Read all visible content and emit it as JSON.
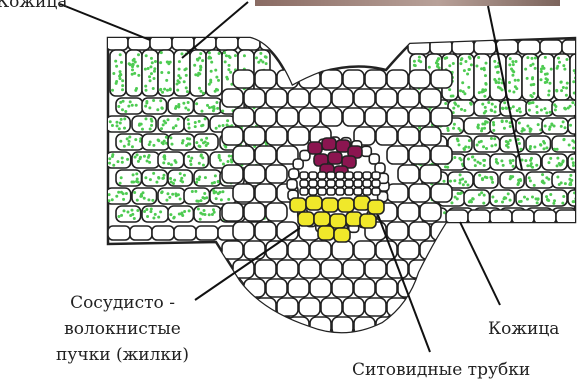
{
  "labels": {
    "top_left": "Кожица",
    "vascular_line1": "Сосудисто -",
    "vascular_line2": "волокнистые",
    "vascular_line3": "пучки (жилки)",
    "bottom_right": "Кожица",
    "sieve_tubes": "Ситовидные трубки"
  },
  "colors": {
    "cell_outline": "#222222",
    "cell_fill": "#ffffff",
    "chloroplast": "#4ecb52",
    "xylem": "#8b1550",
    "phloem": "#f0e82a"
  }
}
